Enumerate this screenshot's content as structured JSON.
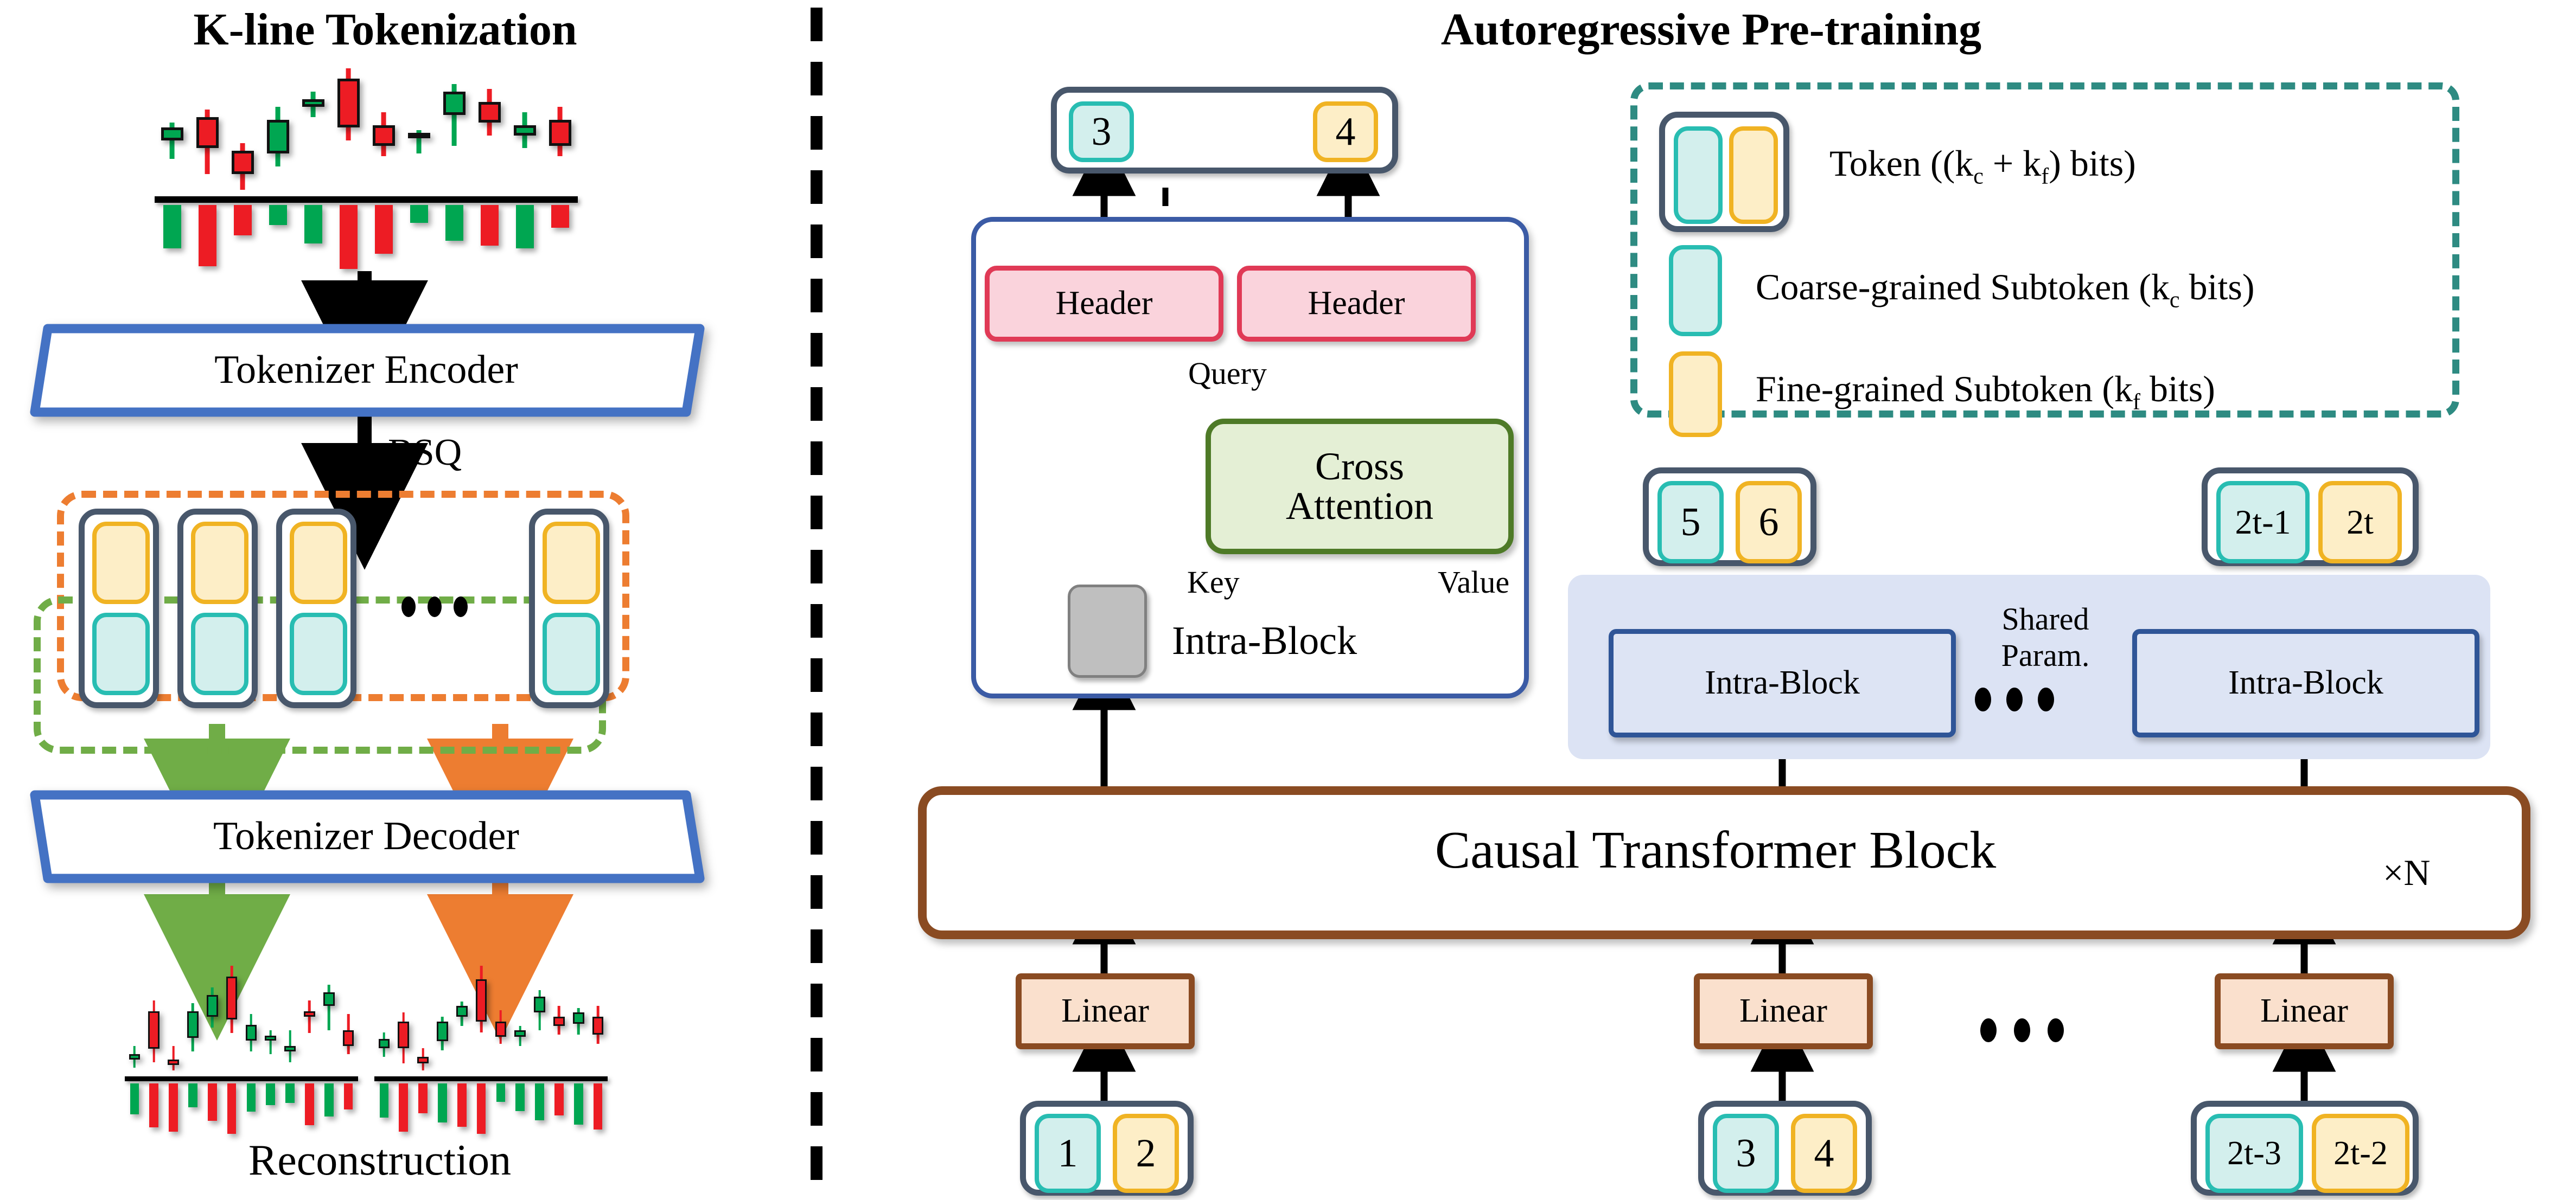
{
  "panels": {
    "left_title": "K-line Tokenization",
    "right_title": "Autoregressive Pre-training"
  },
  "left": {
    "encoder_label": "Tokenizer Encoder",
    "decoder_label": "Tokenizer Decoder",
    "bsq_label": "BSQ",
    "reconstruction_label": "Reconstruction",
    "token_count_shown": 4,
    "ellipsis": "• • •",
    "colors": {
      "coarse_fill": "#d3efed",
      "coarse_border": "#28bdb2",
      "fine_fill": "#fdeec7",
      "fine_border": "#f0b323",
      "token_border": "#48576b",
      "orange_dash": "#ed7d31",
      "green_dash": "#70ad47",
      "trapezoid_border": "#4472c4"
    }
  },
  "right": {
    "output_token": {
      "coarse": "3",
      "fine": "4"
    },
    "headers": [
      "Header",
      "Header"
    ],
    "cross_attention_label": "Cross\nAttention",
    "cross_attention_line1": "Cross",
    "cross_attention_line2": "Attention",
    "query_label": "Query",
    "key_label": "Key",
    "value_label": "Value",
    "intra_block_label": "Intra-Block",
    "intra_blocks": [
      "Intra-Block",
      "Intra-Block"
    ],
    "shared_param_line1": "Shared",
    "shared_param_line2": "Param.",
    "shared_dots": "• • •",
    "mid_tokens": [
      {
        "coarse": "5",
        "fine": "6"
      },
      {
        "coarse": "2t-1",
        "fine": "2t"
      }
    ],
    "causal_block_label": "Causal Transformer Block",
    "repeat_label": "×N",
    "linear_labels": [
      "Linear",
      "Linear",
      "Linear"
    ],
    "input_tokens": [
      {
        "coarse": "1",
        "fine": "2"
      },
      {
        "coarse": "3",
        "fine": "4"
      },
      {
        "coarse": "2t-3",
        "fine": "2t-2"
      }
    ],
    "bottom_dots": "• • •",
    "colors": {
      "header_fill": "#fad3dc",
      "header_border": "#e03a56",
      "cross_fill": "#e4efd5",
      "cross_border": "#4e7a27",
      "intra_outer_border": "#3b5ba5",
      "intra_blk_fill": "#dde4f4",
      "intra_blk_border": "#2f5597",
      "shared_band_fill": "#dce3f4",
      "causal_border": "#8a4b22",
      "linear_fill": "#fae0cd",
      "gray_node": "#bfbfbf"
    }
  },
  "legend": {
    "border_color": "#2e8b82",
    "items": [
      {
        "swatch": "token",
        "text": "Token ((k",
        "sub1": "c",
        "mid": " + k",
        "sub2": "f",
        "tail": ") bits)"
      },
      {
        "swatch": "coarse",
        "text": "Coarse-grained Subtoken (k",
        "sub1": "c",
        "tail": " bits)"
      },
      {
        "swatch": "fine",
        "text": "Fine-grained Subtoken (k",
        "sub1": "f",
        "tail": " bits)"
      }
    ],
    "item0_full": "Token ((kc + kf) bits)",
    "item1_full": "Coarse-grained Subtoken (kc bits)",
    "item2_full": "Fine-grained Subtoken (kf bits)"
  },
  "chart_data": {
    "type": "candlestick",
    "title": "K-line Tokenization",
    "up_color": "#00a651",
    "down_color": "#ed1c24",
    "series": {
      "original": {
        "candles": [
          {
            "o": 48,
            "h": 62,
            "l": 34,
            "c": 58,
            "dir": "up"
          },
          {
            "o": 66,
            "h": 72,
            "l": 22,
            "c": 42,
            "dir": "down"
          },
          {
            "o": 40,
            "h": 46,
            "l": 10,
            "c": 22,
            "dir": "down"
          },
          {
            "o": 38,
            "h": 74,
            "l": 28,
            "c": 64,
            "dir": "up"
          },
          {
            "o": 74,
            "h": 86,
            "l": 66,
            "c": 80,
            "dir": "up"
          },
          {
            "o": 96,
            "h": 104,
            "l": 48,
            "c": 58,
            "dir": "down"
          },
          {
            "o": 60,
            "h": 70,
            "l": 36,
            "c": 44,
            "dir": "down"
          },
          {
            "o": 50,
            "h": 56,
            "l": 38,
            "c": 54,
            "dir": "up"
          },
          {
            "o": 68,
            "h": 92,
            "l": 44,
            "c": 86,
            "dir": "up"
          },
          {
            "o": 78,
            "h": 88,
            "l": 52,
            "c": 62,
            "dir": "down"
          },
          {
            "o": 52,
            "h": 70,
            "l": 42,
            "c": 60,
            "dir": "up"
          },
          {
            "o": 64,
            "h": 74,
            "l": 36,
            "c": 44,
            "dir": "down"
          }
        ],
        "volumes": [
          {
            "v": 34,
            "dir": "up"
          },
          {
            "v": 48,
            "dir": "down"
          },
          {
            "v": 24,
            "dir": "down"
          },
          {
            "v": 16,
            "dir": "up"
          },
          {
            "v": 30,
            "dir": "up"
          },
          {
            "v": 50,
            "dir": "down"
          },
          {
            "v": 38,
            "dir": "down"
          },
          {
            "v": 14,
            "dir": "up"
          },
          {
            "v": 28,
            "dir": "up"
          },
          {
            "v": 32,
            "dir": "down"
          },
          {
            "v": 34,
            "dir": "up"
          },
          {
            "v": 18,
            "dir": "down"
          }
        ]
      },
      "reconstruction_left": {
        "candles": [
          {
            "o": 30,
            "h": 40,
            "l": 24,
            "c": 34,
            "dir": "up"
          },
          {
            "o": 66,
            "h": 74,
            "l": 28,
            "c": 38,
            "dir": "down"
          },
          {
            "o": 30,
            "h": 40,
            "l": 22,
            "c": 26,
            "dir": "down"
          },
          {
            "o": 46,
            "h": 72,
            "l": 36,
            "c": 66,
            "dir": "up"
          },
          {
            "o": 62,
            "h": 84,
            "l": 54,
            "c": 78,
            "dir": "up"
          },
          {
            "o": 92,
            "h": 100,
            "l": 50,
            "c": 60,
            "dir": "down"
          },
          {
            "o": 56,
            "h": 64,
            "l": 36,
            "c": 44,
            "dir": "up"
          },
          {
            "o": 44,
            "h": 52,
            "l": 34,
            "c": 48,
            "dir": "up"
          },
          {
            "o": 40,
            "h": 52,
            "l": 28,
            "c": 36,
            "dir": "up"
          },
          {
            "o": 66,
            "h": 74,
            "l": 50,
            "c": 62,
            "dir": "down"
          },
          {
            "o": 70,
            "h": 86,
            "l": 52,
            "c": 80,
            "dir": "up"
          },
          {
            "o": 52,
            "h": 64,
            "l": 34,
            "c": 40,
            "dir": "down"
          }
        ],
        "volumes": [
          {
            "v": 28,
            "dir": "up"
          },
          {
            "v": 40,
            "dir": "down"
          },
          {
            "v": 44,
            "dir": "down"
          },
          {
            "v": 22,
            "dir": "up"
          },
          {
            "v": 34,
            "dir": "down"
          },
          {
            "v": 46,
            "dir": "down"
          },
          {
            "v": 26,
            "dir": "up"
          },
          {
            "v": 20,
            "dir": "up"
          },
          {
            "v": 18,
            "dir": "up"
          },
          {
            "v": 38,
            "dir": "down"
          },
          {
            "v": 30,
            "dir": "up"
          },
          {
            "v": 24,
            "dir": "down"
          }
        ]
      },
      "reconstruction_right": {
        "candles": [
          {
            "o": 34,
            "h": 48,
            "l": 26,
            "c": 42,
            "dir": "up"
          },
          {
            "o": 58,
            "h": 66,
            "l": 20,
            "c": 34,
            "dir": "down"
          },
          {
            "o": 26,
            "h": 34,
            "l": 14,
            "c": 20,
            "dir": "down"
          },
          {
            "o": 40,
            "h": 62,
            "l": 32,
            "c": 58,
            "dir": "up"
          },
          {
            "o": 62,
            "h": 76,
            "l": 54,
            "c": 72,
            "dir": "up"
          },
          {
            "o": 96,
            "h": 108,
            "l": 48,
            "c": 58,
            "dir": "down"
          },
          {
            "o": 58,
            "h": 68,
            "l": 38,
            "c": 44,
            "dir": "down"
          },
          {
            "o": 44,
            "h": 54,
            "l": 36,
            "c": 50,
            "dir": "up"
          },
          {
            "o": 66,
            "h": 86,
            "l": 50,
            "c": 80,
            "dir": "up"
          },
          {
            "o": 62,
            "h": 72,
            "l": 46,
            "c": 54,
            "dir": "down"
          },
          {
            "o": 56,
            "h": 70,
            "l": 46,
            "c": 66,
            "dir": "up"
          },
          {
            "o": 62,
            "h": 72,
            "l": 38,
            "c": 46,
            "dir": "down"
          }
        ],
        "volumes": [
          {
            "v": 30,
            "dir": "up"
          },
          {
            "v": 42,
            "dir": "down"
          },
          {
            "v": 26,
            "dir": "down"
          },
          {
            "v": 34,
            "dir": "up"
          },
          {
            "v": 38,
            "dir": "down"
          },
          {
            "v": 44,
            "dir": "down"
          },
          {
            "v": 16,
            "dir": "up"
          },
          {
            "v": 24,
            "dir": "up"
          },
          {
            "v": 32,
            "dir": "up"
          },
          {
            "v": 28,
            "dir": "down"
          },
          {
            "v": 36,
            "dir": "up"
          },
          {
            "v": 40,
            "dir": "down"
          }
        ]
      }
    }
  }
}
